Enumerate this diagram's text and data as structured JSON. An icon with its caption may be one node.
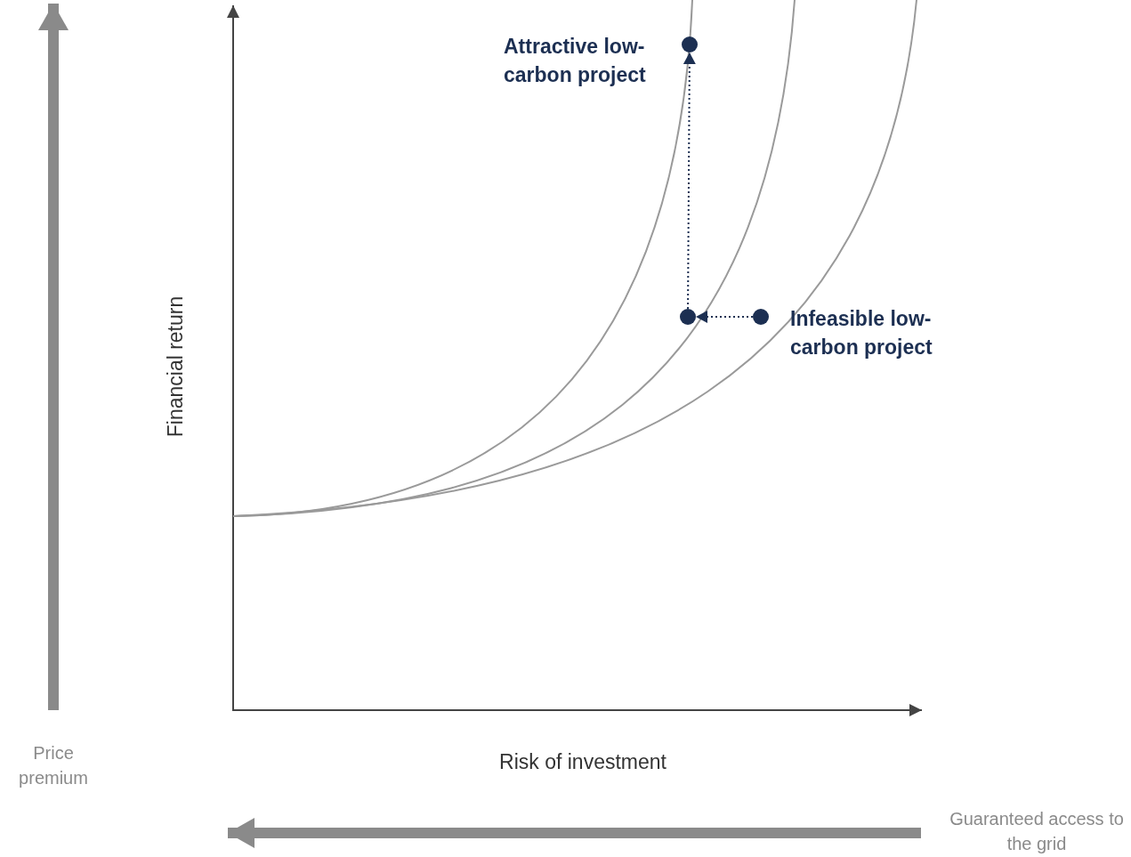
{
  "diagram": {
    "nodes": [
      {
        "text": [],
        "shape": "circle",
        "beside": [
          "Attractive low-carbon project"
        ]
      },
      {
        "text": [],
        "shape": "circle"
      },
      {
        "text": [],
        "shape": "circle",
        "beside": [
          "Infeasible low-carbon project"
        ]
      }
    ],
    "edges": [
      {
        "from": 2,
        "to": 1,
        "arrow": "to",
        "style": "dashed"
      },
      {
        "from": 1,
        "to": 0,
        "arrow": "to",
        "style": "dashed"
      }
    ],
    "labels": [
      "Financial return",
      "Price premium",
      "Risk of investment",
      "Guaranteed access to the grid"
    ]
  }
}
